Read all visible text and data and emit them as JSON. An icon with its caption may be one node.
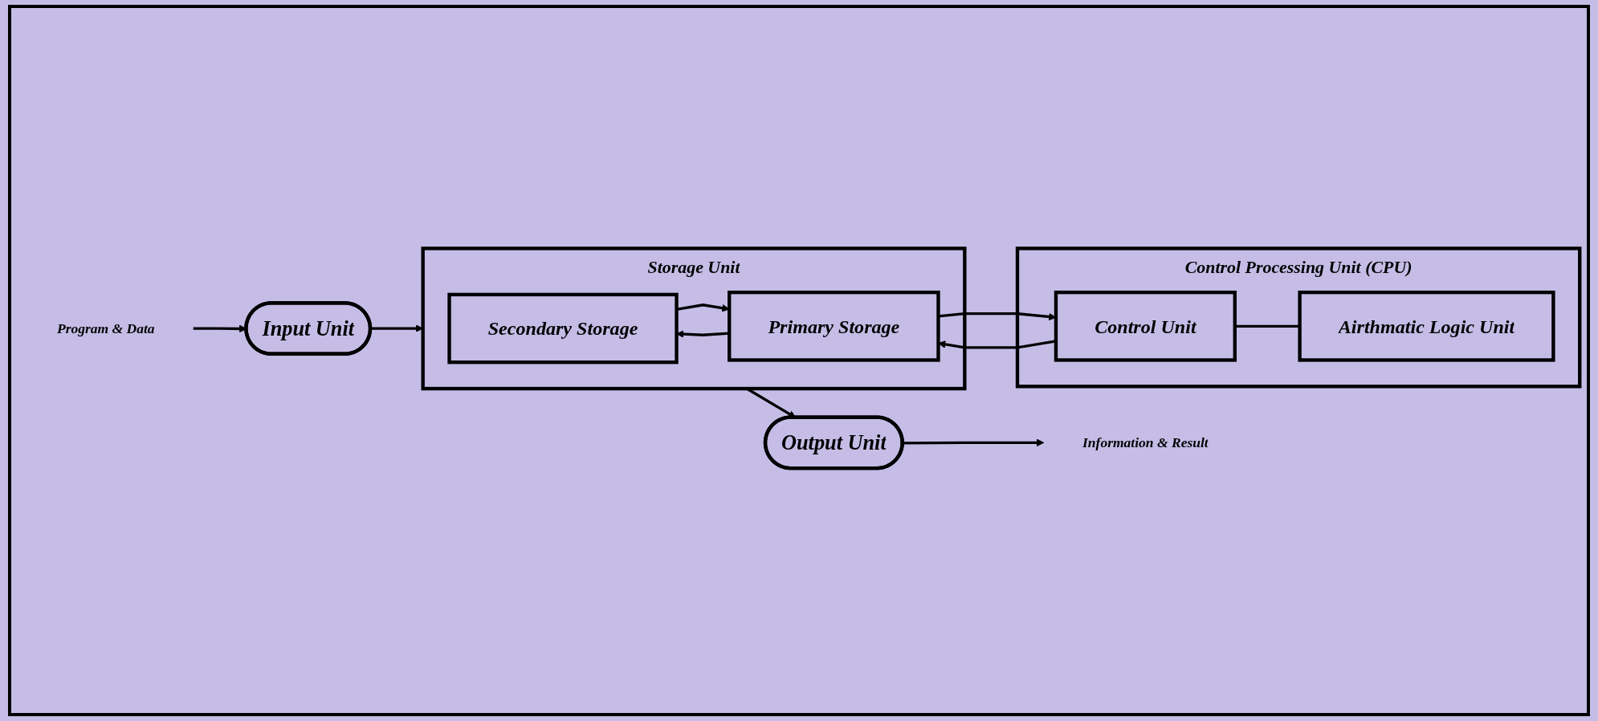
{
  "diagram": {
    "nodes": [
      {
        "text": [
          "Program & Data"
        ]
      },
      {
        "text": [
          "Input Unit"
        ]
      },
      {
        "text": [
          "Storage Unit"
        ]
      },
      {
        "text": [
          "Secondary Storage"
        ],
        "in": 2
      },
      {
        "text": [
          "Primary Storage"
        ],
        "in": 2
      },
      {
        "text": [
          "Output Unit"
        ]
      },
      {
        "text": [
          "Information & Result"
        ]
      },
      {
        "text": [
          "Control Processing Unit (CPU)"
        ]
      },
      {
        "text": [
          "Control Unit"
        ],
        "in": 7
      },
      {
        "text": [
          "Airthmatic Logic Unit"
        ],
        "in": 7
      }
    ],
    "edges": [
      {
        "from": 0,
        "to": 1,
        "arrow": "to"
      },
      {
        "from": 1,
        "to": 2,
        "arrow": "to"
      },
      {
        "from": 3,
        "to": 4,
        "arrow": "to"
      },
      {
        "from": 4,
        "to": 3,
        "arrow": "to"
      },
      {
        "from": 4,
        "to": 8,
        "arrow": "to"
      },
      {
        "from": 8,
        "to": 4,
        "arrow": "to"
      },
      {
        "from": 2,
        "to": 5,
        "arrow": "to"
      },
      {
        "from": 5,
        "to": 6,
        "arrow": "to"
      },
      {
        "from": 8,
        "to": 9,
        "arrow": "none"
      }
    ]
  }
}
